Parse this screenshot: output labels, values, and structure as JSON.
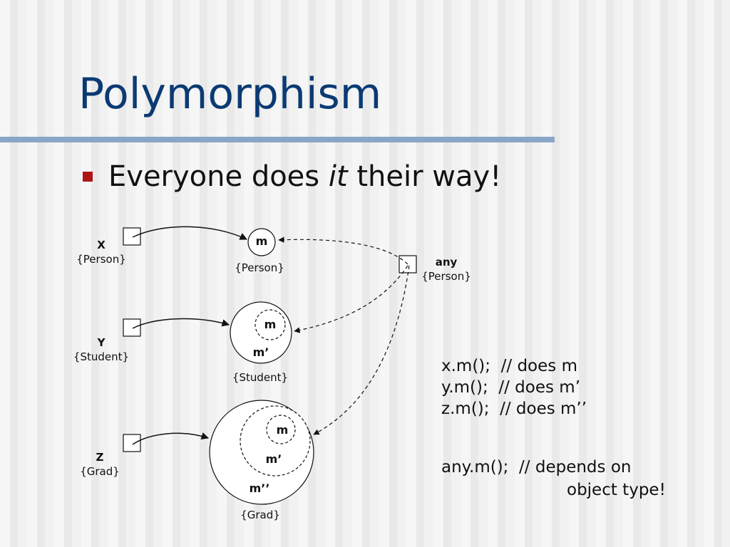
{
  "title": "Polymorphism",
  "bullet": {
    "before": "Everyone does ",
    "emphasis": "it",
    "after": " their way!"
  },
  "refs": {
    "x": {
      "name": "X",
      "type": "{Person}"
    },
    "y": {
      "name": "Y",
      "type": "{Student}"
    },
    "z": {
      "name": "Z",
      "type": "{Grad}"
    },
    "any": {
      "name": "any",
      "type": "{Person}"
    }
  },
  "objects": {
    "person": {
      "method": "m",
      "type": "{Person}"
    },
    "student": {
      "inner": "m",
      "outer": "m’",
      "type": "{Student}"
    },
    "grad": {
      "inner": "m",
      "middle": "m’",
      "outer": "m’’",
      "type": "{Grad}"
    }
  },
  "code": {
    "line1": "x.m();  // does m",
    "line2": "y.m();  // does m’",
    "line3": "z.m();  // does m’’",
    "line4": "any.m();  // depends on",
    "line5": "object type!"
  },
  "colors": {
    "title": "#0b3a73",
    "title_bar": "#8aa6c6",
    "bullet": "#b01515"
  }
}
